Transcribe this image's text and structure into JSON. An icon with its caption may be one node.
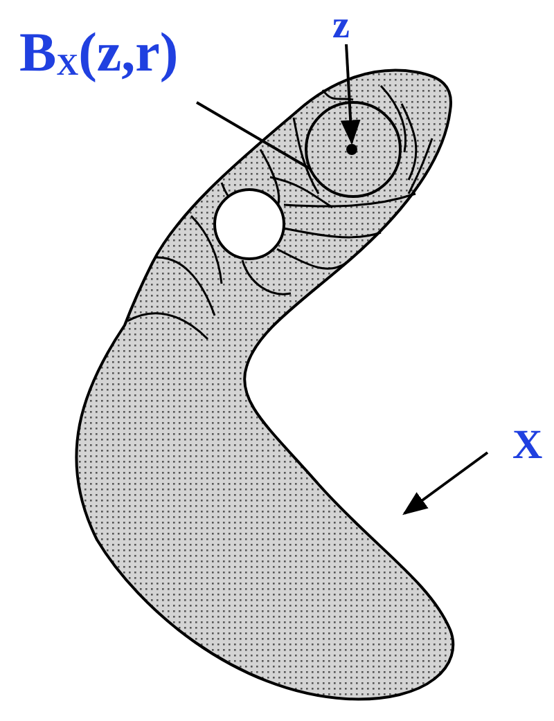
{
  "diagram": {
    "nodes": [
      {
        "text": [
          "B$_{X}$(z,r)"
        ]
      },
      {
        "text": [
          "z"
        ]
      },
      {
        "text": [
          "X"
        ]
      },
      {
        "text": [],
        "shape": "picture"
      },
      {
        "text": [],
        "shape": "circle",
        "in": 3
      },
      {
        "text": [],
        "shape": "circle",
        "in": 3
      },
      {
        "text": [],
        "shape": "circle",
        "in": 5
      }
    ],
    "edges": [
      {
        "from": 0,
        "to": 5,
        "arrow": "none"
      },
      {
        "from": 1,
        "to": 6,
        "arrow": "to"
      },
      {
        "from": 2,
        "to": 3,
        "arrow": "to"
      }
    ]
  }
}
